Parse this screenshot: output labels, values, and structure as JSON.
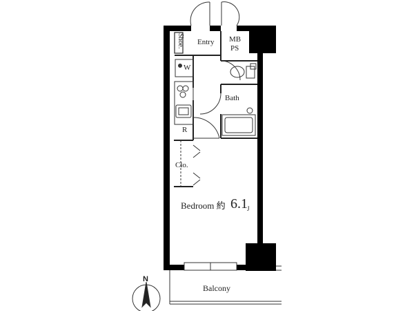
{
  "rooms": {
    "entry": "Entry",
    "mb": "MB",
    "ps": "PS",
    "shoe": "Shoe.",
    "washer": "W",
    "bath": "Bath",
    "refrigerator": "R",
    "closet": "Clo.",
    "bedroom": "Bedroom 約",
    "bedroom_area": "6.1",
    "bedroom_unit": "J",
    "balcony": "Balcony"
  },
  "compass": {
    "north_label": "N"
  },
  "colors": {
    "wall": "#000000",
    "line": "#333333",
    "background": "#ffffff"
  }
}
